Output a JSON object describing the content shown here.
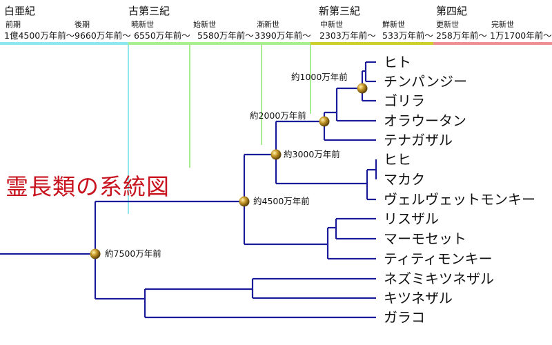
{
  "timeline": {
    "eras": [
      {
        "label": "白亜紀"
      },
      {
        "label": "古第三紀"
      },
      {
        "label": "新第三紀"
      },
      {
        "label": "第四紀"
      }
    ],
    "epochs": [
      {
        "name": "前期",
        "date": "1億4500万年前～"
      },
      {
        "name": "後期",
        "date": "9660万年前～"
      },
      {
        "name": "暁新世",
        "date": "6550万年前～"
      },
      {
        "name": "始新世",
        "date": "5580万年前～"
      },
      {
        "name": "漸新世",
        "date": "3390万年前～"
      },
      {
        "name": "中新世",
        "date": "2303万年前～"
      },
      {
        "name": "鮮新世",
        "date": "533万年前～"
      },
      {
        "name": "更新世",
        "date": "258万年前～"
      },
      {
        "name": "完新世",
        "date": "1万1700年前～"
      }
    ],
    "band_colors": [
      "#8ee6ee",
      "#a8ee90",
      "#cfcf2a",
      "#ee9090"
    ],
    "marker_colors": [
      "#8ee6ee",
      "#a8ee90",
      "#a8ee90",
      "#a8ee90"
    ]
  },
  "title": "霊長類の系統図",
  "colors": {
    "title": "#c8141e",
    "tree_line": "#1a1a9a",
    "node": "#b08820"
  },
  "species": [
    "ヒト",
    "チンパンジー",
    "ゴリラ",
    "オラウータン",
    "テナガザル",
    "ヒヒ",
    "マカク",
    "ヴェルヴェットモンキー",
    "リスザル",
    "マーモセット",
    "ティティモンキー",
    "ネズミキツネザル",
    "キツネザル",
    "ガラコ"
  ],
  "nodes": [
    {
      "label": "約1000万年前"
    },
    {
      "label": "約2000万年前"
    },
    {
      "label": "約3000万年前"
    },
    {
      "label": "約4500万年前"
    },
    {
      "label": "約7500万年前"
    }
  ]
}
